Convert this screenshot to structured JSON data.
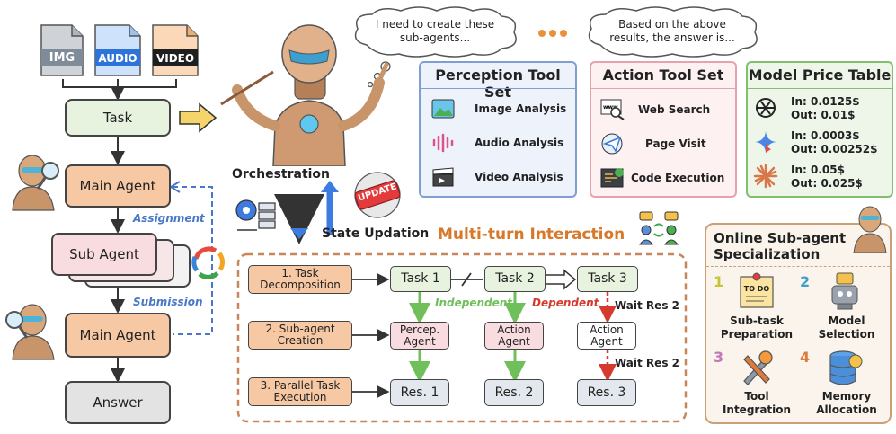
{
  "inputs": {
    "img": "IMG",
    "audio": "AUDIO",
    "video": "VIDEO"
  },
  "left": {
    "task": "Task",
    "main_agent_top": "Main Agent",
    "assignment": "Assignment",
    "sub_agent": "Sub Agent",
    "sub_agent_back1": "Sub Agent",
    "sub_agent_back2": "Sub Agent",
    "submission": "Submission",
    "main_agent_bottom": "Main Agent",
    "answer": "Answer"
  },
  "center": {
    "orchestration": "Orchestration",
    "state_updation": "State Updation",
    "update_badge": "UPDATE"
  },
  "thoughts": {
    "left": "I need to create these sub-agents...",
    "dots": "•••",
    "right": "Based on the above results, the answer is..."
  },
  "perception": {
    "title": "Perception Tool Set",
    "items": [
      "Image Analysis",
      "Audio Analysis",
      "Video Analysis"
    ]
  },
  "action": {
    "title": "Action Tool Set",
    "items": [
      "Web Search",
      "Page Visit",
      "Code Execution"
    ]
  },
  "price": {
    "title": "Model Price Table",
    "rows": [
      {
        "in": "In: 0.0125$",
        "out": "Out: 0.01$"
      },
      {
        "in": "In: 0.0003$",
        "out": "Out: 0.00252$"
      },
      {
        "in": "In: 0.05$",
        "out": "Out: 0.025$"
      }
    ]
  },
  "multi_turn": {
    "title": "Multi-turn Interaction",
    "steps": [
      "1. Task Decomposition",
      "2. Sub-agent Creation",
      "3. Parallel Task Execution"
    ],
    "tasks": [
      "Task 1",
      "Task 2",
      "Task 3"
    ],
    "agents": [
      "Percep. Agent",
      "Action Agent",
      "Action Agent"
    ],
    "results": [
      "Res. 1",
      "Res. 2",
      "Res. 3"
    ],
    "independent": "Independent",
    "dependent": "Dependent",
    "wait1": "Wait Res 2",
    "wait2": "Wait Res 2"
  },
  "specialization": {
    "title": "Online Sub-agent Specialization",
    "todo": "TO DO",
    "items": [
      {
        "num": "1",
        "label": "Sub-task Preparation"
      },
      {
        "num": "2",
        "label": "Model Selection"
      },
      {
        "num": "3",
        "label": "Tool Integration"
      },
      {
        "num": "4",
        "label": "Memory Allocation"
      }
    ]
  },
  "colors": {
    "task_green": "#e8f3df",
    "agent_orange": "#f7c8a4",
    "sub_pink": "#f8dcdf",
    "answer_gray": "#e3e3e3",
    "blue_dash": "#4a78c8",
    "orange_title": "#d8792a",
    "perception_border": "#7f9fd4",
    "action_border": "#e6a2ad",
    "price_border": "#7fbf6e",
    "spec_border": "#caa176",
    "green_arrow": "#6fbf5a",
    "red_arrow": "#d43a2e"
  }
}
